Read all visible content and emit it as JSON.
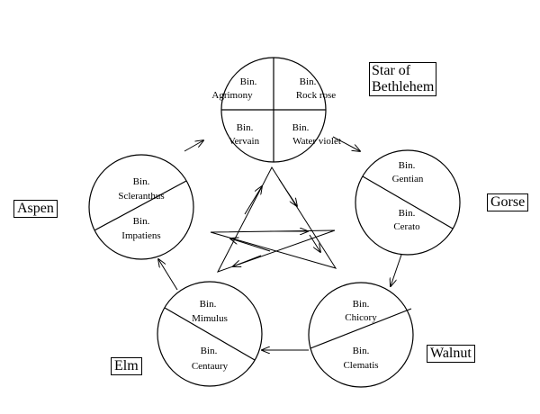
{
  "circles": {
    "top": {
      "q1_a": "Bin.",
      "q1_b": "Agrimony",
      "q2_a": "Bin.",
      "q2_b": "Rock rose",
      "q3_a": "Bin.",
      "q3_b": "Vervain",
      "q4_a": "Bin.",
      "q4_b": "Water violet"
    },
    "right": {
      "upper_a": "Bin.",
      "upper_b": "Gentian",
      "lower_a": "Bin.",
      "lower_b": "Cerato"
    },
    "bottom_right": {
      "upper_a": "Bin.",
      "upper_b": "Chicory",
      "lower_a": "Bin.",
      "lower_b": "Clematis"
    },
    "bottom_left": {
      "upper_a": "Bin.",
      "upper_b": "Mimulus",
      "lower_a": "Bin.",
      "lower_b": "Centaury"
    },
    "left": {
      "upper_a": "Bin.",
      "upper_b": "Scleranthus",
      "lower_a": "Bin.",
      "lower_b": "Impatiens"
    }
  },
  "boxes": {
    "star_line1": "Star of",
    "star_line2": "Bethlehem",
    "gorse": "Gorse",
    "walnut": "Walnut",
    "elm": "Elm",
    "aspen": "Aspen"
  }
}
